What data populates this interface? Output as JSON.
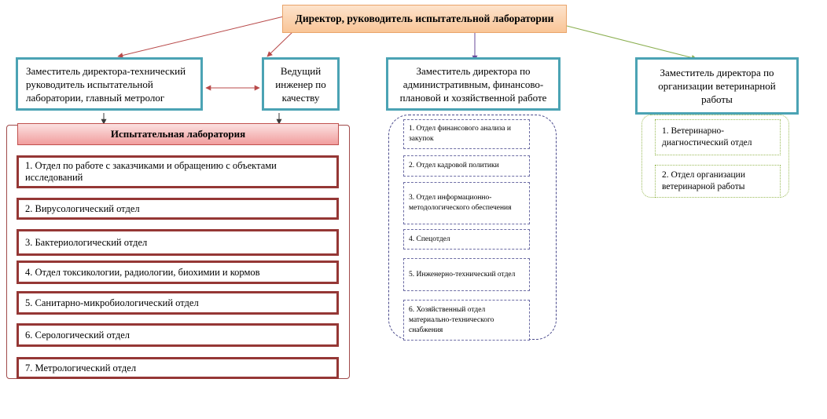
{
  "director": {
    "label": "Директор, руководитель испытательной лаборатории"
  },
  "deputy_technical": {
    "label": "Заместитель директора-технический руководитель испытательной лаборатории, главный метролог"
  },
  "quality_engineer": {
    "label": "Ведущий инженер по качеству"
  },
  "deputy_admin": {
    "label": "Заместитель директора по административным, финансово-плановой и хозяйственной работе"
  },
  "deputy_vet": {
    "label": "Заместитель директора по организации ветеринарной работы"
  },
  "lab": {
    "title": "Испытательная лаборатория",
    "items": [
      "1. Отдел по работе с заказчиками и обращению с объектами исследований",
      "2.  Вирусологический отдел",
      "3. Бактериологический отдел",
      "4. Отдел  токсикологии, радиологии, биохимии и кормов",
      "5. Санитарно-микробиологический отдел",
      "6. Серологический отдел",
      "7. Метрологический отдел"
    ]
  },
  "admin_units": [
    "1. Отдел финансового анализа и закупок",
    "2. Отдел кадровой политики",
    "3. Отдел информационно-методологического обеспечения",
    "4. Спецотдел",
    "5. Инженерно-технический отдел",
    "6. Хозяйственный отдел материально-технического снабжения"
  ],
  "vet_units": [
    "1. Ветеринарно-диагностический  отдел",
    "2. Отдел организации ветеринарной  работы"
  ],
  "colors": {
    "director_fill": "#fbd5b5",
    "teal_border": "#4ba3b4",
    "lab_border": "#953735",
    "admin_border": "#6c6ca4",
    "vet_border": "#9bbb59"
  }
}
